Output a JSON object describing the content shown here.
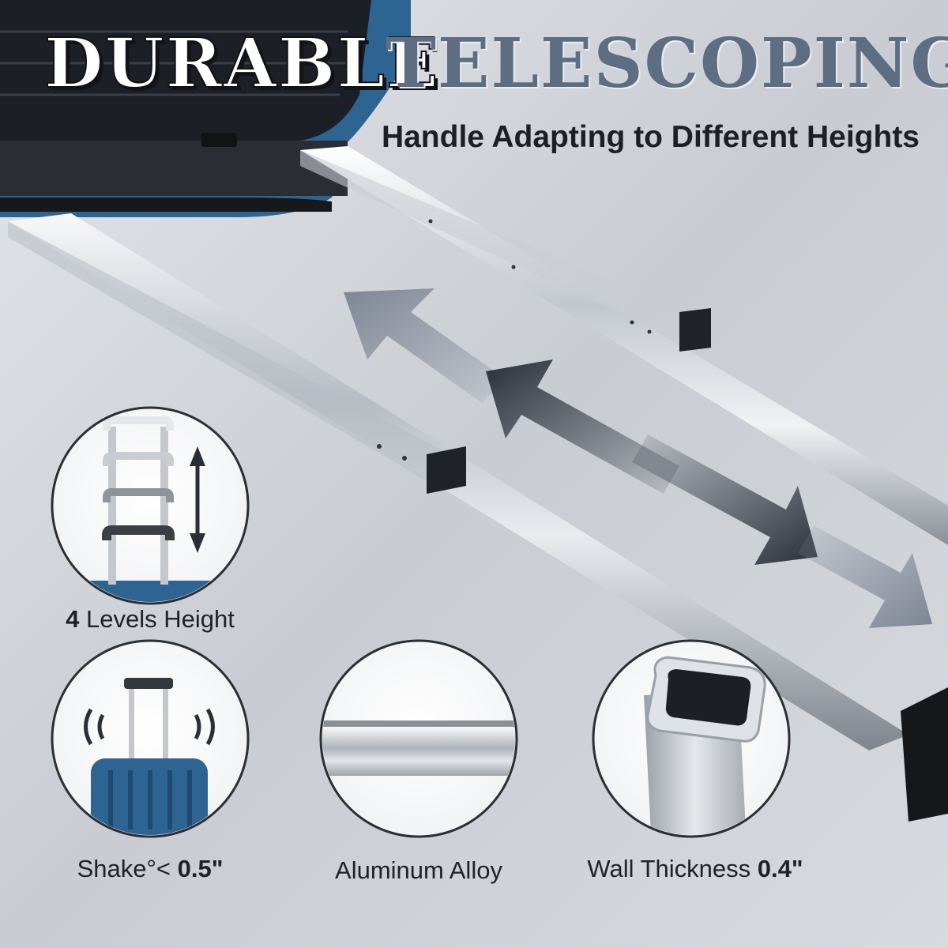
{
  "headline": {
    "word_1": "DURABLE",
    "word_2": "TELESCOPING",
    "subtitle": "Handle Adapting to Different Heights"
  },
  "features": [
    {
      "label": "Levels Height",
      "value": "4",
      "icon": "height-levels-icon"
    },
    {
      "label": "Shake°< ",
      "value": "0.5\"",
      "icon": "shake-suitcase-icon"
    },
    {
      "label": "Aluminum Alloy",
      "value": "",
      "icon": "aluminum-bar-icon"
    },
    {
      "label": "Wall Thickness ",
      "value": "0.4\"",
      "icon": "tube-wall-icon"
    }
  ],
  "colors": {
    "background": "#d9dce1",
    "headline_white": "#ffffff",
    "headline_slate": "#5e6e82",
    "suitcase_blue": "#2e6492",
    "arrow_dark": "#2a2f3a",
    "arrow_light": "#7d8594"
  }
}
